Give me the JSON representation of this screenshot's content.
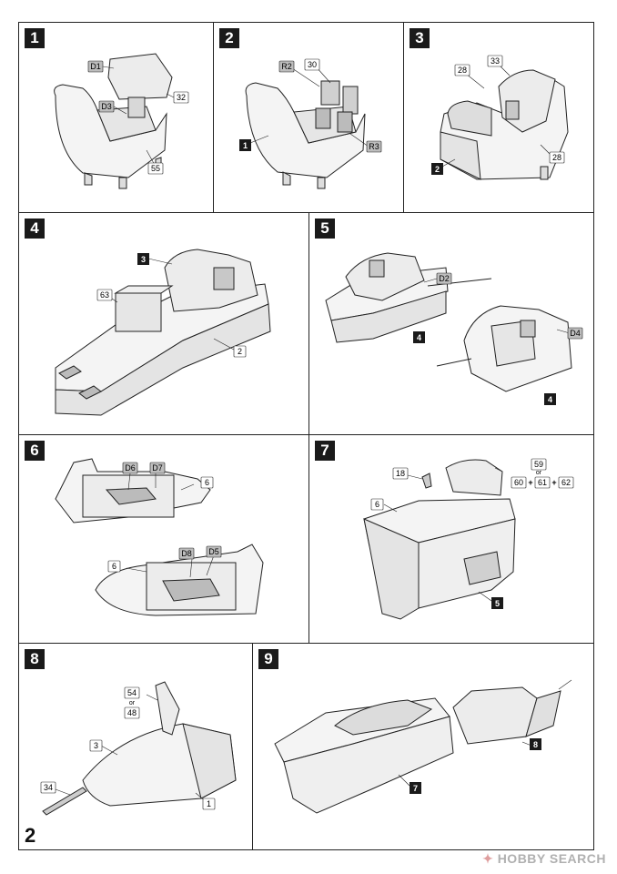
{
  "steps": [
    {
      "number": "1",
      "callouts": [
        "D1",
        "32",
        "D3",
        "55"
      ]
    },
    {
      "number": "2",
      "callouts": [
        "R2",
        "30",
        "1",
        "R3"
      ]
    },
    {
      "number": "3",
      "callouts": [
        "33",
        "28",
        "28",
        "2"
      ]
    },
    {
      "number": "4",
      "callouts": [
        "3",
        "63",
        "2"
      ]
    },
    {
      "number": "5",
      "callouts": [
        "D2",
        "4",
        "D4",
        "4"
      ]
    },
    {
      "number": "6",
      "callouts": [
        "D6",
        "D7",
        "6",
        "6",
        "D8",
        "D5"
      ]
    },
    {
      "number": "7",
      "callouts": [
        "18",
        "59",
        "or",
        "60",
        "+",
        "61",
        "+",
        "62",
        "6",
        "5"
      ]
    },
    {
      "number": "8",
      "callouts": [
        "54",
        "or",
        "48",
        "3",
        "34",
        "1"
      ]
    },
    {
      "number": "9",
      "callouts": [
        "8",
        "7"
      ]
    }
  ],
  "page_number": "2",
  "watermark": {
    "brand": "HOBBY SEARCH",
    "icon": "hobbysearch-logo-icon"
  }
}
